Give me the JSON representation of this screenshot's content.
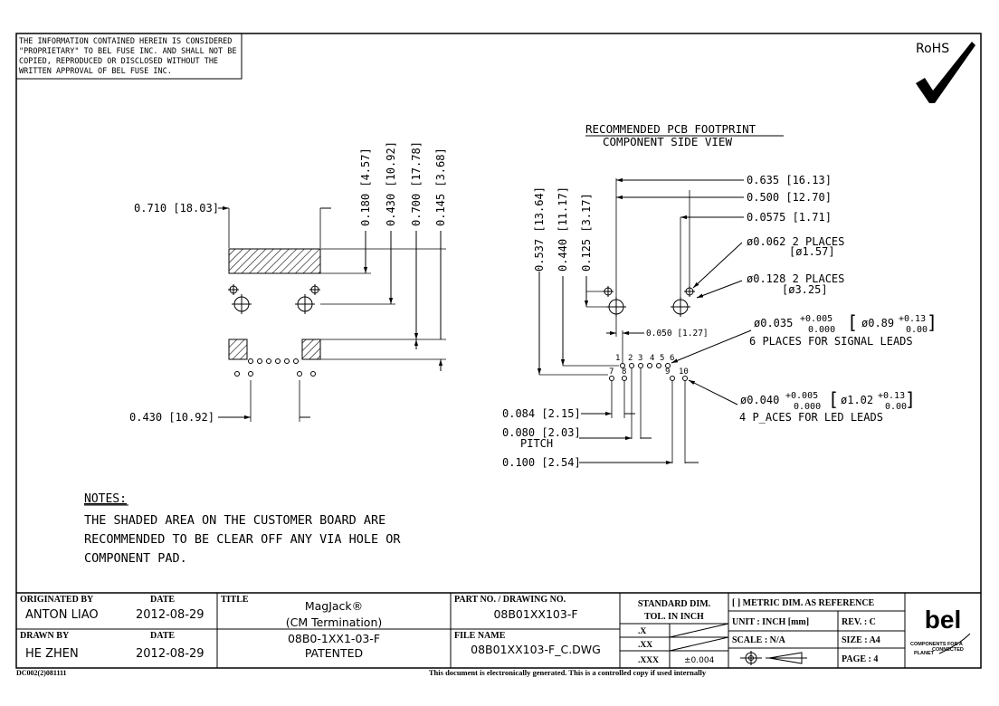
{
  "disclaimer": [
    "THE INFORMATION CONTAINED HEREIN IS CONSIDERED",
    "\"PROPRIETARY\" TO BEL FUSE INC. AND SHALL NOT BE",
    "COPIED, REPRODUCED OR DISCLOSED WITHOUT THE",
    "WRITTEN APPROVAL OF BEL FUSE INC."
  ],
  "rohs": {
    "label": "RoHS"
  },
  "footprint_title": {
    "line1": "RECOMMENDED PCB FOOTPRINT",
    "line2": "COMPONENT SIDE VIEW"
  },
  "left_view": {
    "dim_width": "0.710 [18.03]",
    "dim_pitch": "0.430 [10.92]",
    "vdim_1": "0.180 [4.57]",
    "vdim_2": "0.430 [10.92]",
    "vdim_3": "0.700 [17.78]",
    "vdim_4": "0.145 [3.68]"
  },
  "right_view": {
    "dim_a": "0.635 [16.13]",
    "dim_b": "0.500 [12.70]",
    "dim_c": "0.0575 [1.71]",
    "hole_small_1": "ø0.062  2 PLACES",
    "hole_small_2": "[ø1.57]",
    "hole_big_1": "ø0.128  2 PLACES",
    "hole_big_2": "[ø3.25]",
    "vdim_1": "0.537 [13.64]",
    "vdim_2": "0.440 [11.17]",
    "vdim_3": "0.125 [3.17]",
    "dim_offset": "0.050 [1.27]",
    "signal_base": "ø0.035",
    "signal_tol_plus": "+0.005",
    "signal_tol_minus": "0.000",
    "signal_metric_base": "ø0.89",
    "signal_metric_plus": "+0.13",
    "signal_metric_minus": "0.00",
    "signal_note": "6 PLACES FOR SIGNAL LEADS",
    "led_base": "ø0.040",
    "led_tol_plus": "+0.005",
    "led_tol_minus": "0.000",
    "led_metric_base": "ø1.02",
    "led_metric_plus": "+0.13",
    "led_metric_minus": "0.00",
    "led_note": "4 P_ACES FOR LED LEADS",
    "dim_084": "0.084 [2.15]",
    "dim_080": "0.080 [2.03]",
    "pitch_label": "PITCH",
    "dim_100": "0.100 [2.54]",
    "pin_labels_top": [
      "1",
      "2",
      "3",
      "4",
      "5",
      "6"
    ],
    "pin_labels_bottom": [
      "7",
      "8",
      "9",
      "10"
    ]
  },
  "notes": {
    "heading": "NOTES:",
    "lines": [
      "THE SHADED AREA ON THE CUSTOMER BOARD ARE",
      "RECOMMENDED TO BE CLEAR OFF ANY VIA HOLE OR",
      "COMPONENT PAD."
    ]
  },
  "title_block": {
    "originated_by_label": "ORIGINATED BY",
    "originated_by": "ANTON LIAO",
    "date_label": "DATE",
    "date_1": "2012-08-29",
    "drawn_by_label": "DRAWN BY",
    "drawn_by": "HE ZHEN",
    "date_2": "2012-08-29",
    "title_label": "TITLE",
    "title_line1": "MagJack®",
    "title_line2": "(CM Termination)",
    "title_line3": "08B0-1XX1-03-F",
    "title_line4": "PATENTED",
    "part_no_label": "PART NO. / DRAWING NO.",
    "part_no": "08B01XX103-F",
    "file_name_label": "FILE NAME",
    "file_name": "08B01XX103-F_C.DWG",
    "std_dim_1": "STANDARD DIM.",
    "std_dim_2": "TOL. IN INCH",
    "tol_x": ".X",
    "tol_xx": ".XX",
    "tol_xxx": ".XXX",
    "tol_xxx_value": "±0.004",
    "metric_ref": "[ ] METRIC DIM. AS REFERENCE",
    "unit": "UNIT : INCH [mm]",
    "rev": "REV. :  C",
    "scale": "SCALE :    N/A",
    "size": "SIZE :  A4",
    "page": "PAGE :  4",
    "logo": "bel",
    "tagline_1": "COMPONENTS FOR A",
    "tagline_2": "CONNECTED",
    "tagline_3": "PLANET"
  },
  "footer": {
    "code": "DC002(2)081111",
    "statement": "This document is electronically generated. This is a controlled copy if used internally"
  }
}
